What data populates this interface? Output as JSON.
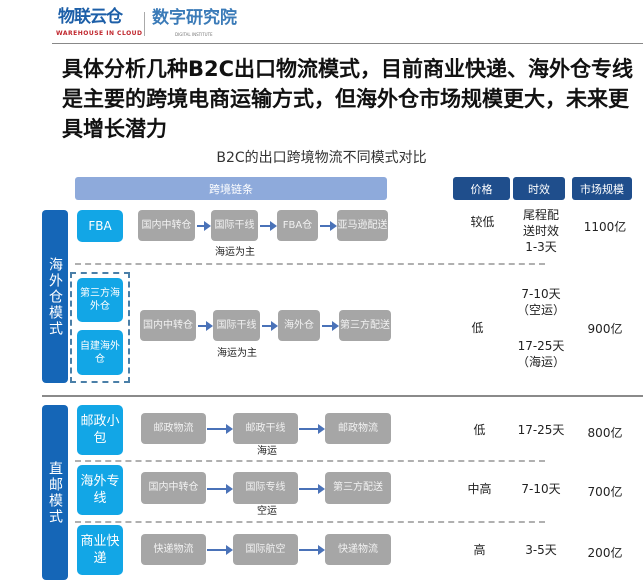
{
  "header": {
    "logo_cn": "物联云仓",
    "logo_en": "WAREHOUSE IN CLOUD",
    "institute_cn": "数字研究院",
    "institute_en": "DIGITAL INSTITUTE"
  },
  "title": "具体分析几种B2C出口物流模式，目前商业快递、海外仓专线是主要的跨境电商运输方式，但海外仓市场规模更大，未来更具增长潜力",
  "subtitle": "B2C的出口跨境物流不同模式对比",
  "columns": {
    "chain": "跨境链条",
    "price": "价格",
    "time": "时效",
    "market": "市场规模"
  },
  "groups": [
    {
      "label": "海外仓模式"
    },
    {
      "label": "直邮模式"
    }
  ],
  "rows": [
    {
      "mode": "FBA",
      "steps": [
        "国内中转仓",
        "国际干线",
        "FBA仓",
        "亚马逊配送"
      ],
      "note": "海运为主",
      "price": "较低",
      "time": [
        "尾程配",
        "送时效",
        "1-3天"
      ],
      "market": "1100亿"
    },
    {
      "modes": [
        "第三方海外仓",
        "自建海外仓"
      ],
      "steps": [
        "国内中转仓",
        "国际干线",
        "海外仓",
        "第三方配送"
      ],
      "note": "海运为主",
      "price": "低",
      "time": [
        "7-10天",
        "（空运）",
        "17-25天",
        "（海运）"
      ],
      "market": "900亿"
    },
    {
      "mode": "邮政小包",
      "steps": [
        "邮政物流",
        "邮政干线",
        "邮政物流"
      ],
      "note": "海运",
      "price": "低",
      "time": "17-25天",
      "market": "800亿"
    },
    {
      "mode": "海外专线",
      "steps": [
        "国内中转仓",
        "国际专线",
        "第三方配送"
      ],
      "note": "空运",
      "price": "中高",
      "time": "7-10天",
      "market": "700亿"
    },
    {
      "mode": "商业快递",
      "steps": [
        "快递物流",
        "国际航空",
        "快递物流"
      ],
      "note": "",
      "price": "高",
      "time": "3-5天",
      "market": "200亿"
    }
  ]
}
